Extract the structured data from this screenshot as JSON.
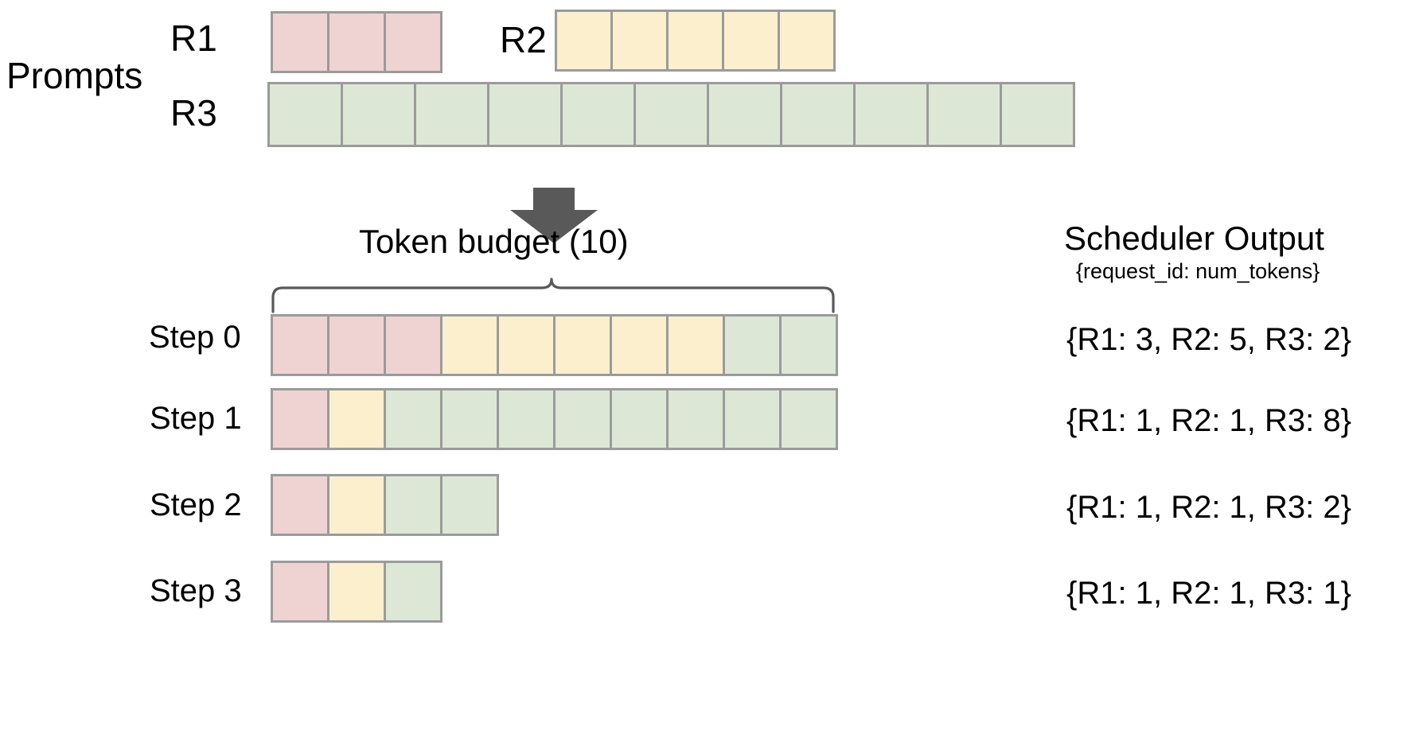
{
  "diagram": {
    "title_prompts": "Prompts",
    "token_budget_label": "Token  budget (10)",
    "scheduler_output_title": "Scheduler Output",
    "scheduler_output_subtitle": "{request_id: num_tokens}",
    "colors": {
      "r1": "#efd3d2",
      "r2": "#fbefcd",
      "r3": "#dce8d5",
      "cell_border": "#9b9b9b",
      "arrow": "#595959",
      "brace": "#595959",
      "text": "#000000",
      "background": "#ffffff"
    },
    "prompts": [
      {
        "id": "R1",
        "label": "R1",
        "tokens": 3,
        "color_key": "r1"
      },
      {
        "id": "R2",
        "label": "R2",
        "tokens": 5,
        "color_key": "r2"
      },
      {
        "id": "R3",
        "label": "R3",
        "tokens": 11,
        "color_key": "r3"
      }
    ],
    "budget": 10,
    "steps": [
      {
        "label": "Step 0",
        "segments": [
          {
            "request": "R1",
            "count": 3,
            "color_key": "r1"
          },
          {
            "request": "R2",
            "count": 5,
            "color_key": "r2"
          },
          {
            "request": "R3",
            "count": 2,
            "color_key": "r3"
          }
        ],
        "output": "{R1: 3, R2: 5, R3: 2}"
      },
      {
        "label": "Step 1",
        "segments": [
          {
            "request": "R1",
            "count": 1,
            "color_key": "r1"
          },
          {
            "request": "R2",
            "count": 1,
            "color_key": "r2"
          },
          {
            "request": "R3",
            "count": 8,
            "color_key": "r3"
          }
        ],
        "output": "{R1: 1, R2: 1, R3: 8}"
      },
      {
        "label": "Step 2",
        "segments": [
          {
            "request": "R1",
            "count": 1,
            "color_key": "r1"
          },
          {
            "request": "R2",
            "count": 1,
            "color_key": "r2"
          },
          {
            "request": "R3",
            "count": 2,
            "color_key": "r3"
          }
        ],
        "output": "{R1: 1, R2: 1, R3: 2}"
      },
      {
        "label": "Step 3",
        "segments": [
          {
            "request": "R1",
            "count": 1,
            "color_key": "r1"
          },
          {
            "request": "R2",
            "count": 1,
            "color_key": "r2"
          },
          {
            "request": "R3",
            "count": 1,
            "color_key": "r3"
          }
        ],
        "output": "{R1: 1, R2: 1, R3: 1}"
      }
    ]
  }
}
